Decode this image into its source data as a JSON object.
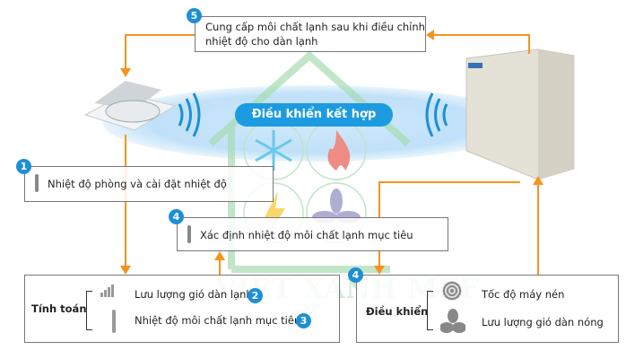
{
  "step5": {
    "badge": "5",
    "text_line1": "Cung cấp môi chất lạnh sau khi điều chỉnh",
    "text_line2": "nhiệt độ cho dàn lạnh"
  },
  "center_label": "Điều khiển kết hợp",
  "step1": {
    "badge": "1",
    "text": "Nhiệt độ phòng và cài đặt nhiệt độ"
  },
  "step4_mid": {
    "badge": "4",
    "text": "Xác định nhiệt độ môi chất lạnh mục tiêu"
  },
  "calc_box": {
    "title": "Tính toán",
    "items": [
      {
        "text": "Lưu lượng gió dàn lạnh",
        "badge": "2"
      },
      {
        "text": "Nhiệt độ môi chất lạnh mục tiêu",
        "badge": "3"
      }
    ]
  },
  "control_box": {
    "badge": "4",
    "title": "Điều khiển",
    "items": [
      {
        "text": "Tốc độ máy nén"
      },
      {
        "text": "Lưu lượng gió dàn nóng"
      }
    ]
  },
  "watermark": "VIET XANH MEF",
  "colors": {
    "arrow": "#f7931e",
    "accent": "#1d8fd6",
    "house": "#8fd19e"
  }
}
